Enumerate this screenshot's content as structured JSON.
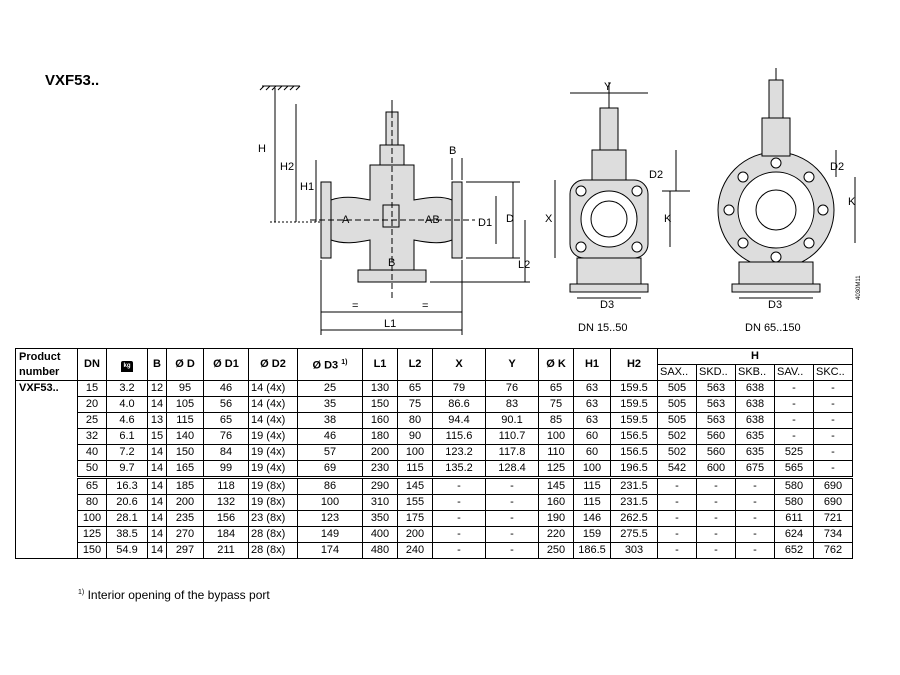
{
  "title": "VXF53..",
  "drawing_labels": {
    "H": "H",
    "H2": "H2",
    "H1": "H1",
    "B": "B",
    "A": "A",
    "AB": "AB",
    "Bport": "B",
    "D1": "D1",
    "D": "D",
    "L2": "L2",
    "L1": "L1",
    "eq": "=",
    "Y": "Y",
    "X": "X",
    "D2": "D2",
    "K": "K",
    "D3": "D3"
  },
  "captions": {
    "small": "DN 15..50",
    "large": "DN 65..150",
    "code": "4030M11"
  },
  "table": {
    "headers": {
      "product": "Product number",
      "DN": "DN",
      "B": "B",
      "D": "Ø D",
      "D1": "Ø D1",
      "D2": "Ø D2",
      "D3": "Ø D3",
      "D3sup": "1)",
      "L1": "L1",
      "L2": "L2",
      "X": "X",
      "Y": "Y",
      "K": "Ø K",
      "H1": "H1",
      "H2": "H2",
      "H": "H",
      "Hsub": [
        "SAX..",
        "SKD..",
        "SKB..",
        "SAV..",
        "SKC.."
      ]
    },
    "product": "VXF53..",
    "rows": [
      [
        "15",
        "3.2",
        "12",
        "95",
        "46",
        "14 (4x)",
        "25",
        "130",
        "65",
        "79",
        "76",
        "65",
        "63",
        "159.5",
        "505",
        "563",
        "638",
        "-",
        "-"
      ],
      [
        "20",
        "4.0",
        "14",
        "105",
        "56",
        "14 (4x)",
        "35",
        "150",
        "75",
        "86.6",
        "83",
        "75",
        "63",
        "159.5",
        "505",
        "563",
        "638",
        "-",
        "-"
      ],
      [
        "25",
        "4.6",
        "13",
        "115",
        "65",
        "14 (4x)",
        "38",
        "160",
        "80",
        "94.4",
        "90.1",
        "85",
        "63",
        "159.5",
        "505",
        "563",
        "638",
        "-",
        "-"
      ],
      [
        "32",
        "6.1",
        "15",
        "140",
        "76",
        "19 (4x)",
        "46",
        "180",
        "90",
        "115.6",
        "110.7",
        "100",
        "60",
        "156.5",
        "502",
        "560",
        "635",
        "-",
        "-"
      ],
      [
        "40",
        "7.2",
        "14",
        "150",
        "84",
        "19 (4x)",
        "57",
        "200",
        "100",
        "123.2",
        "117.8",
        "110",
        "60",
        "156.5",
        "502",
        "560",
        "635",
        "525",
        "-"
      ],
      [
        "50",
        "9.7",
        "14",
        "165",
        "99",
        "19 (4x)",
        "69",
        "230",
        "115",
        "135.2",
        "128.4",
        "125",
        "100",
        "196.5",
        "542",
        "600",
        "675",
        "565",
        "-"
      ],
      [
        "65",
        "16.3",
        "14",
        "185",
        "118",
        "19 (8x)",
        "86",
        "290",
        "145",
        "-",
        "-",
        "145",
        "115",
        "231.5",
        "-",
        "-",
        "-",
        "580",
        "690"
      ],
      [
        "80",
        "20.6",
        "14",
        "200",
        "132",
        "19 (8x)",
        "100",
        "310",
        "155",
        "-",
        "-",
        "160",
        "115",
        "231.5",
        "-",
        "-",
        "-",
        "580",
        "690"
      ],
      [
        "100",
        "28.1",
        "14",
        "235",
        "156",
        "23 (8x)",
        "123",
        "350",
        "175",
        "-",
        "-",
        "190",
        "146",
        "262.5",
        "-",
        "-",
        "-",
        "611",
        "721"
      ],
      [
        "125",
        "38.5",
        "14",
        "270",
        "184",
        "28 (8x)",
        "149",
        "400",
        "200",
        "-",
        "-",
        "220",
        "159",
        "275.5",
        "-",
        "-",
        "-",
        "624",
        "734"
      ],
      [
        "150",
        "54.9",
        "14",
        "297",
        "211",
        "28 (8x)",
        "174",
        "480",
        "240",
        "-",
        "-",
        "250",
        "186.5",
        "303",
        "-",
        "-",
        "-",
        "652",
        "762"
      ]
    ]
  },
  "footnote": {
    "mark": "1)",
    "text": "Interior opening of the bypass port"
  }
}
